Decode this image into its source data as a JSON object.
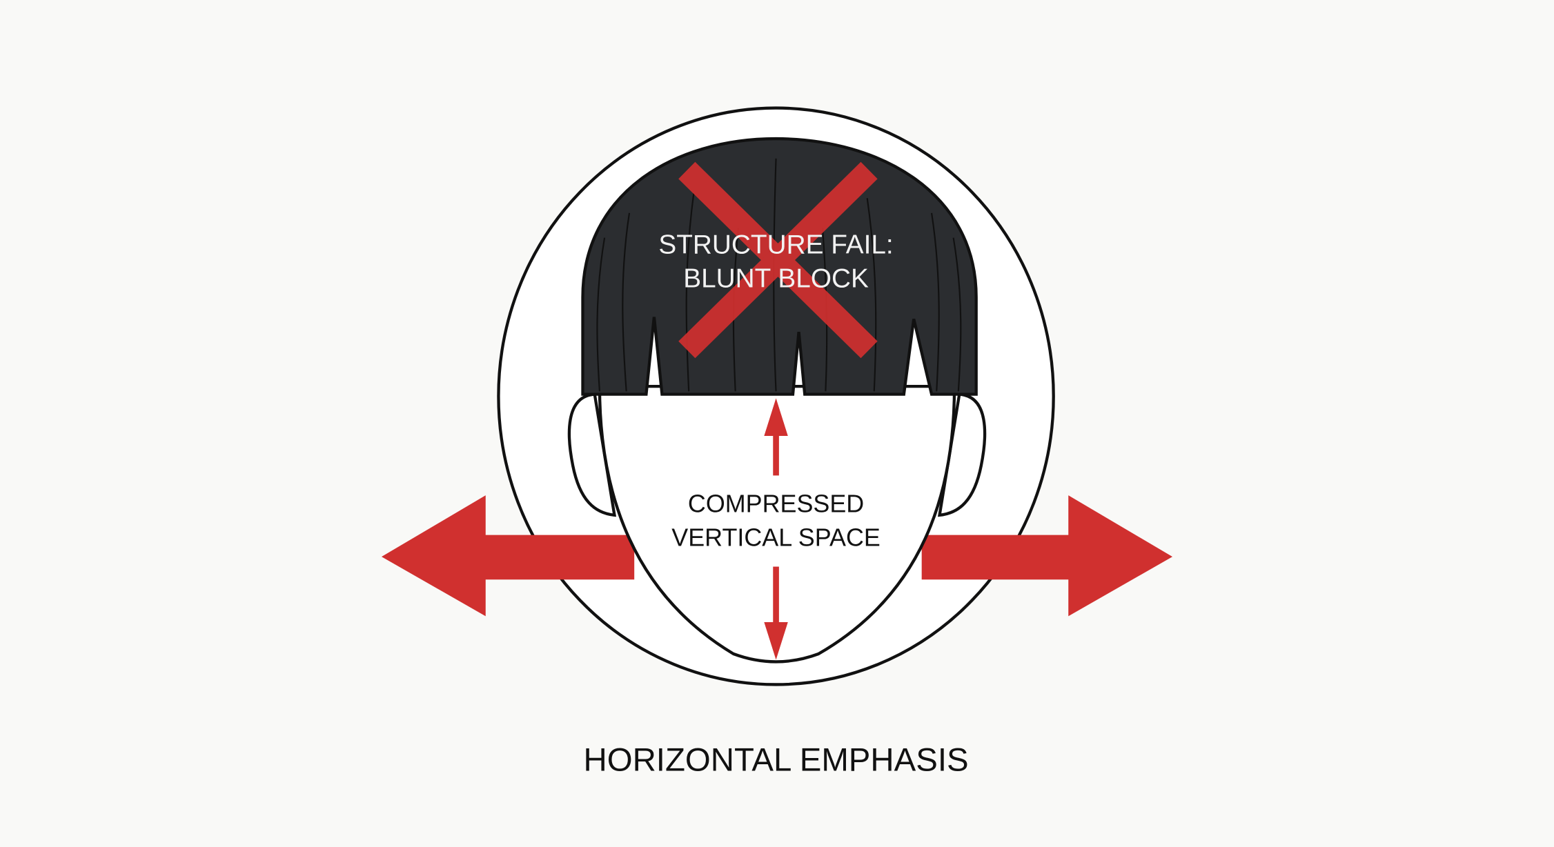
{
  "diagram": {
    "hair_label_line1": "STRUCTURE FAIL:",
    "hair_label_line2": "BLUNT BLOCK",
    "face_label_line1": "COMPRESSED",
    "face_label_line2": "VERTICAL SPACE",
    "caption": "HORIZONTAL EMPHASIS"
  },
  "colors": {
    "background": "#f9f9f7",
    "accent_red": "#d0302f",
    "hair": "#2b2d30",
    "outline": "#111111"
  }
}
